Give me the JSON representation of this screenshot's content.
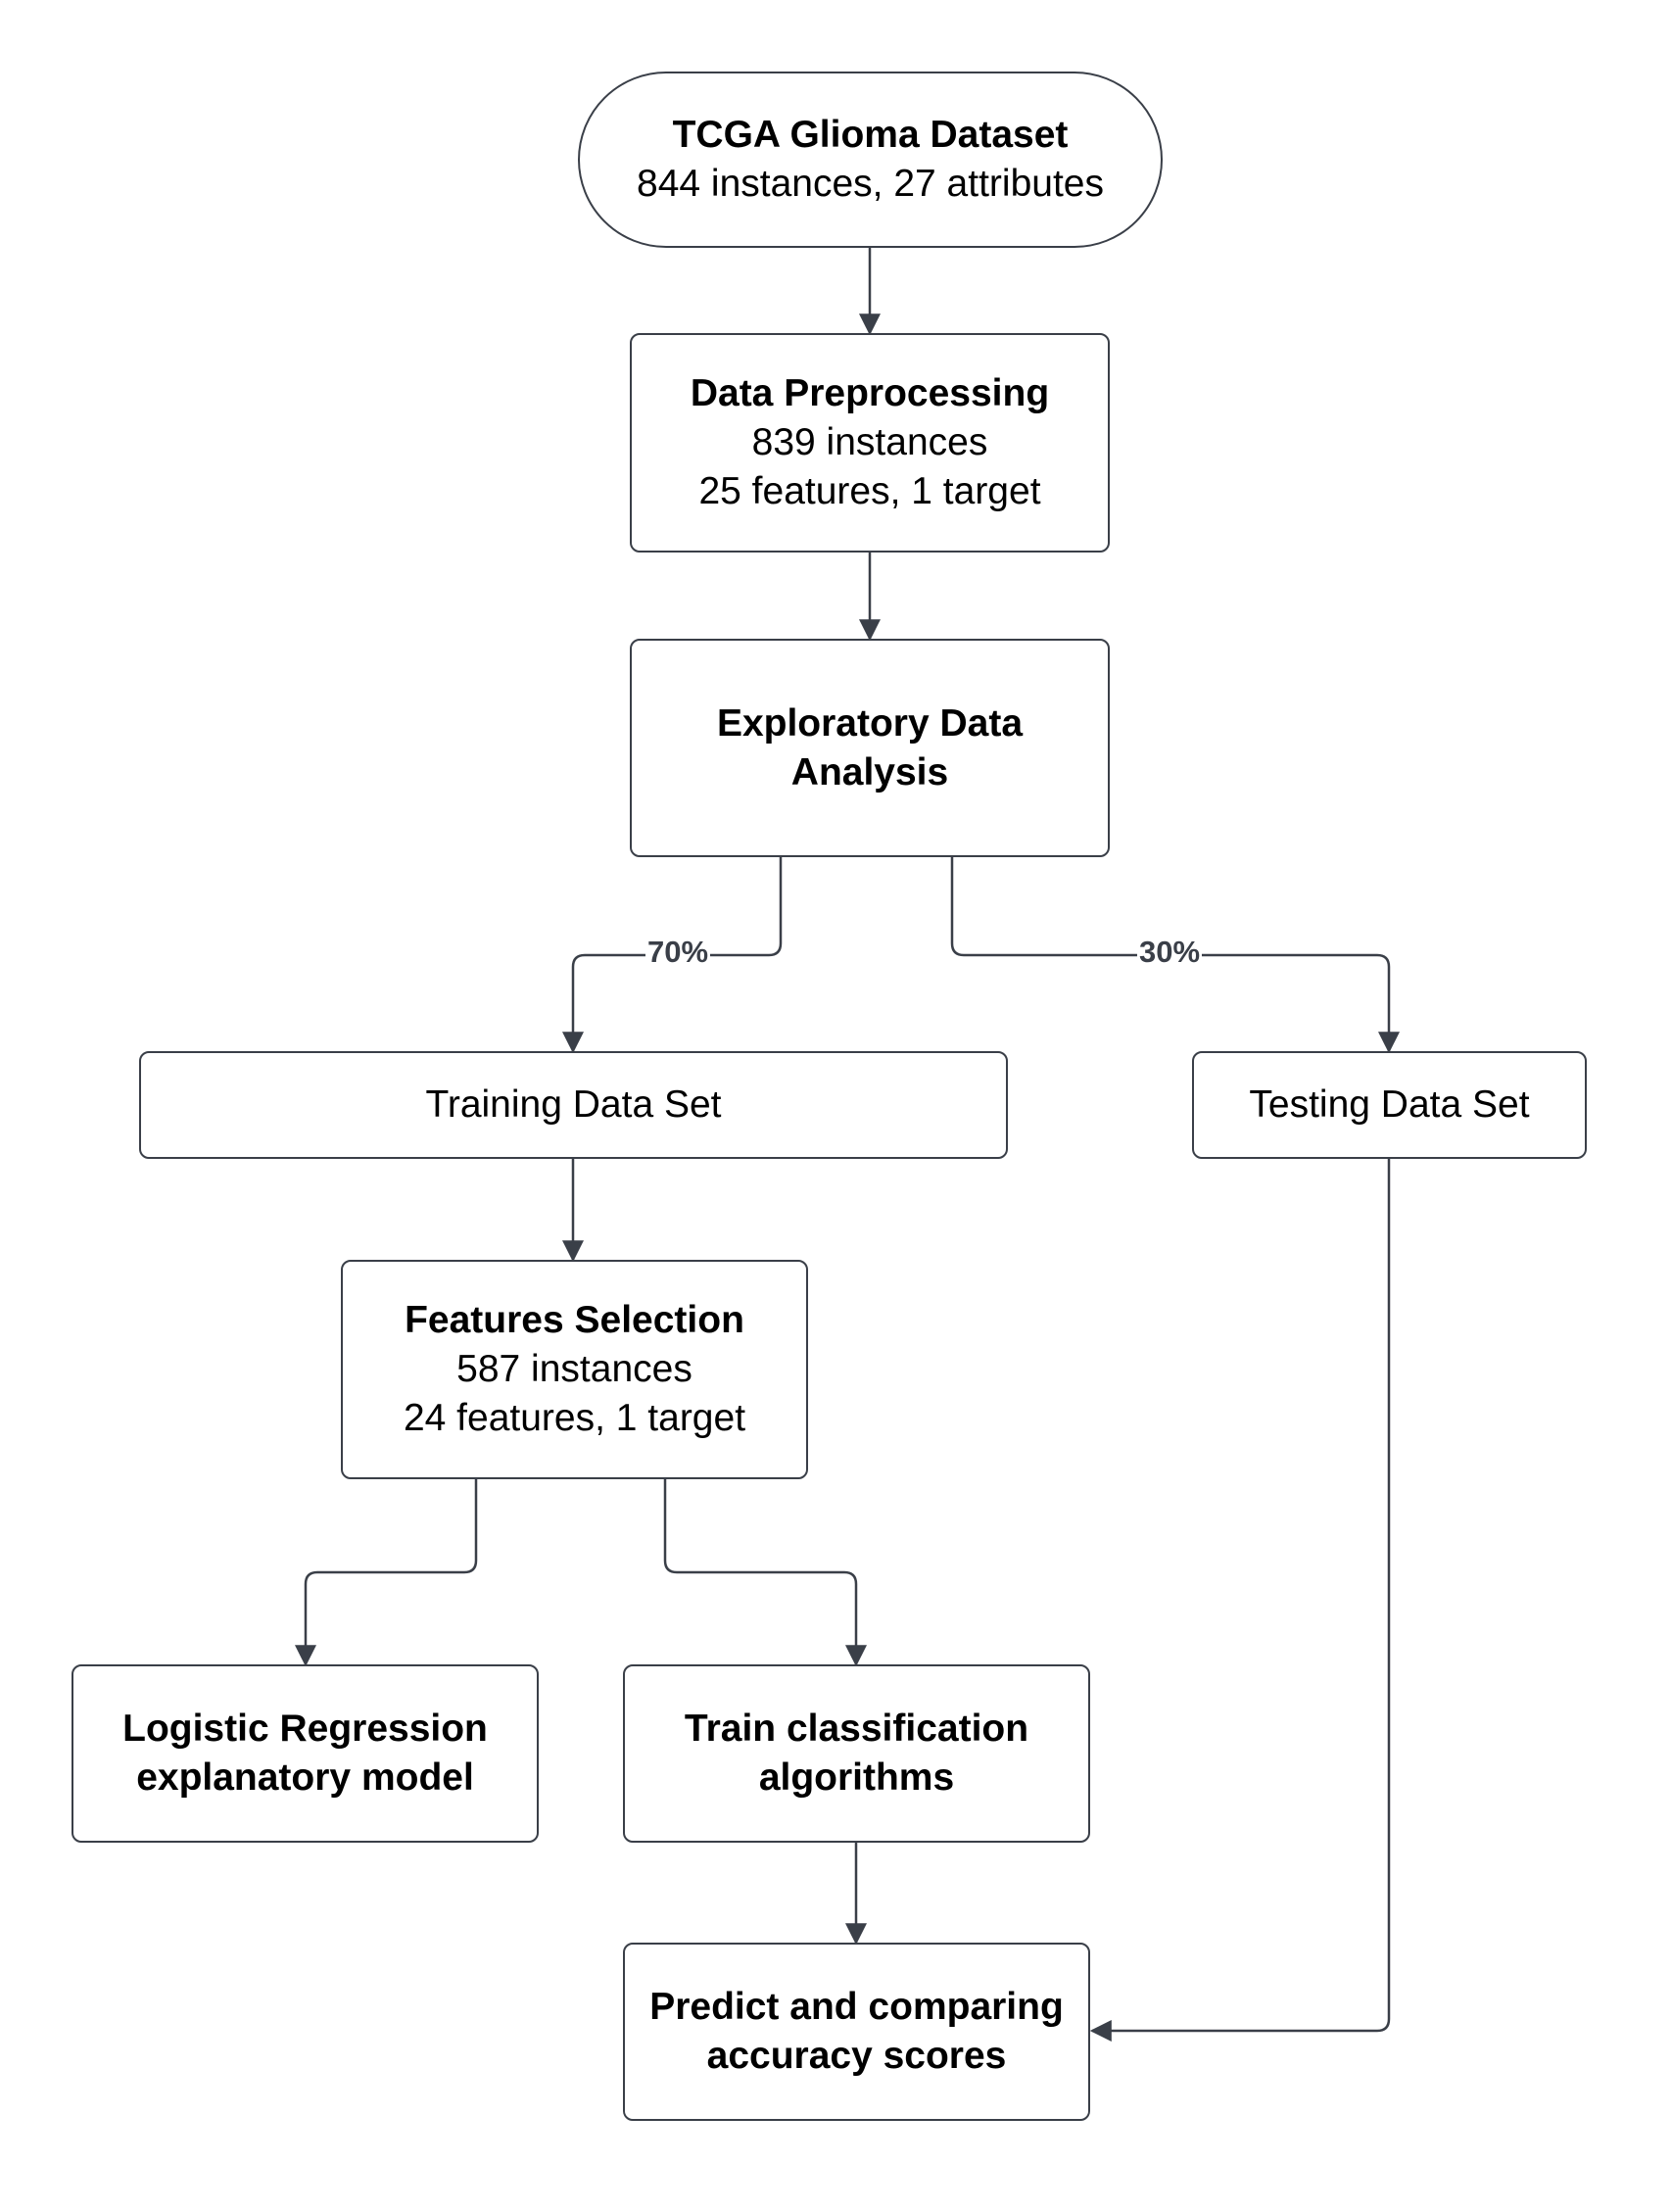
{
  "nodes": {
    "dataset": {
      "title": "TCGA Glioma Dataset",
      "line1": "844 instances, 27 attributes"
    },
    "preprocessing": {
      "title": "Data Preprocessing",
      "line1": "839 instances",
      "line2": "25 features, 1 target"
    },
    "eda": {
      "title_line1": "Exploratory Data",
      "title_line2": "Analysis"
    },
    "training": {
      "label": "Training Data Set"
    },
    "testing": {
      "label": "Testing Data Set"
    },
    "feature_selection": {
      "title": "Features Selection",
      "line1": "587 instances",
      "line2": "24 features, 1 target"
    },
    "logistic_regression": {
      "title_line1": "Logistic Regression",
      "title_line2": "explanatory model"
    },
    "train_classifiers": {
      "title_line1": "Train classification",
      "title_line2": "algorithms"
    },
    "predict": {
      "title_line1": "Predict and comparing",
      "title_line2": "accuracy scores"
    }
  },
  "edges": {
    "train_split_label": "70%",
    "test_split_label": "30%"
  },
  "colors": {
    "stroke": "#3a3f48",
    "text": "#000000",
    "background": "#ffffff"
  }
}
